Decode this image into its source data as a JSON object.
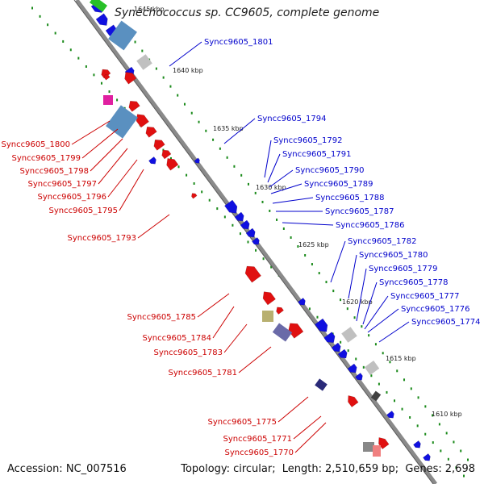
{
  "title": "Synechococcus sp. CC9605, complete genome",
  "footer": {
    "accession_label": "Accession:",
    "accession": "NC_007516",
    "topology_label": "Topology:",
    "topology": "circular",
    "length_label": "Length:",
    "length": "2,510,659 bp",
    "genes_label": "Genes:",
    "genes": "2,698"
  },
  "colors": {
    "plus_strand_gene": "#1010e0",
    "minus_strand_gene": "#e01010",
    "backbone": "#8a8a8a",
    "tick": "#1a8a1a",
    "gray_feature": "#c0c0c0",
    "magenta_feature": "#e020a0",
    "olive_feature": "#b8b070",
    "steelblue_feature": "#5a90c0",
    "label_blue": "#0000cc",
    "label_red": "#cc0000"
  },
  "scale_ticks": [
    "1645 kbp",
    "1640 kbp",
    "1635 kbp",
    "1630 kbp",
    "1625 kbp",
    "1620 kbp",
    "1615 kbp",
    "1610 kbp"
  ],
  "blue_labels": [
    "Syncc9605_1801",
    "Syncc9605_1794",
    "Syncc9605_1792",
    "Syncc9605_1791",
    "Syncc9605_1790",
    "Syncc9605_1789",
    "Syncc9605_1788",
    "Syncc9605_1787",
    "Syncc9605_1786",
    "Syncc9605_1782",
    "Syncc9605_1780",
    "Syncc9605_1779",
    "Syncc9605_1778",
    "Syncc9605_1777",
    "Syncc9605_1776",
    "Syncc9605_1774"
  ],
  "red_labels": [
    "Syncc9605_1800",
    "Syncc9605_1799",
    "Syncc9605_1798",
    "Syncc9605_1797",
    "Syncc9605_1796",
    "Syncc9605_1795",
    "Syncc9605_1793",
    "Syncc9605_1785",
    "Syncc9605_1784",
    "Syncc9605_1783",
    "Syncc9605_1781",
    "Syncc9605_1775",
    "Syncc9605_1771",
    "Syncc9605_1770"
  ]
}
